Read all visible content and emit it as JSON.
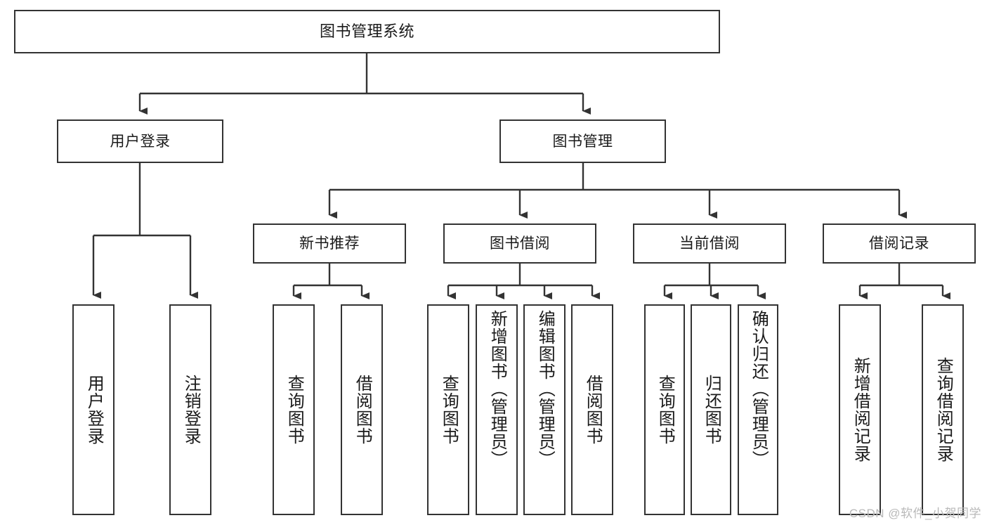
{
  "diagram": {
    "title": "图书管理系统",
    "type": "tree",
    "watermark": "CSDN @软件_小贺同学",
    "colors": {
      "box_border": "#333333",
      "box_fill": "#ffffff",
      "connector": "#333333",
      "text": "#1a1a1a",
      "watermark": "#b9b9b9"
    },
    "levels": {
      "root": "图书管理系统",
      "level2": [
        "用户登录",
        "图书管理"
      ],
      "level3": [
        "新书推荐",
        "图书借阅",
        "当前借阅",
        "借阅记录"
      ]
    },
    "nodes": {
      "root": "图书管理系统",
      "user_login": "用户登录",
      "book_manage": "图书管理",
      "new_book_rec": "新书推荐",
      "book_borrow": "图书借阅",
      "current_borrow": "当前借阅",
      "borrow_record": "借阅记录",
      "leaf_user_login": "用户登录",
      "leaf_logout": "注销登录",
      "leaf_query_book_1": "查询图书",
      "leaf_borrow_book_1": "借阅图书",
      "leaf_query_book_2": "查询图书",
      "leaf_add_book": "新增图书（管理员）",
      "leaf_edit_book": "编辑图书（管理员）",
      "leaf_borrow_book_2": "借阅图书",
      "leaf_query_book_3": "查询图书",
      "leaf_return_book": "归还图书",
      "leaf_confirm_return": "确认归还（管理员）",
      "leaf_add_record": "新增借阅记录",
      "leaf_query_record": "查询借阅记录"
    },
    "edges": [
      {
        "from": "图书管理系统",
        "to": "用户登录"
      },
      {
        "from": "图书管理系统",
        "to": "图书管理"
      },
      {
        "from": "用户登录",
        "to": "用户登录"
      },
      {
        "from": "用户登录",
        "to": "注销登录"
      },
      {
        "from": "图书管理",
        "to": "新书推荐"
      },
      {
        "from": "图书管理",
        "to": "图书借阅"
      },
      {
        "from": "图书管理",
        "to": "当前借阅"
      },
      {
        "from": "图书管理",
        "to": "借阅记录"
      },
      {
        "from": "新书推荐",
        "to": "查询图书"
      },
      {
        "from": "新书推荐",
        "to": "借阅图书"
      },
      {
        "from": "图书借阅",
        "to": "查询图书"
      },
      {
        "from": "图书借阅",
        "to": "新增图书（管理员）"
      },
      {
        "from": "图书借阅",
        "to": "编辑图书（管理员）"
      },
      {
        "from": "图书借阅",
        "to": "借阅图书"
      },
      {
        "from": "当前借阅",
        "to": "查询图书"
      },
      {
        "from": "当前借阅",
        "to": "归还图书"
      },
      {
        "from": "当前借阅",
        "to": "确认归还（管理员）"
      },
      {
        "from": "借阅记录",
        "to": "新增借阅记录"
      },
      {
        "from": "借阅记录",
        "to": "查询借阅记录"
      }
    ]
  }
}
